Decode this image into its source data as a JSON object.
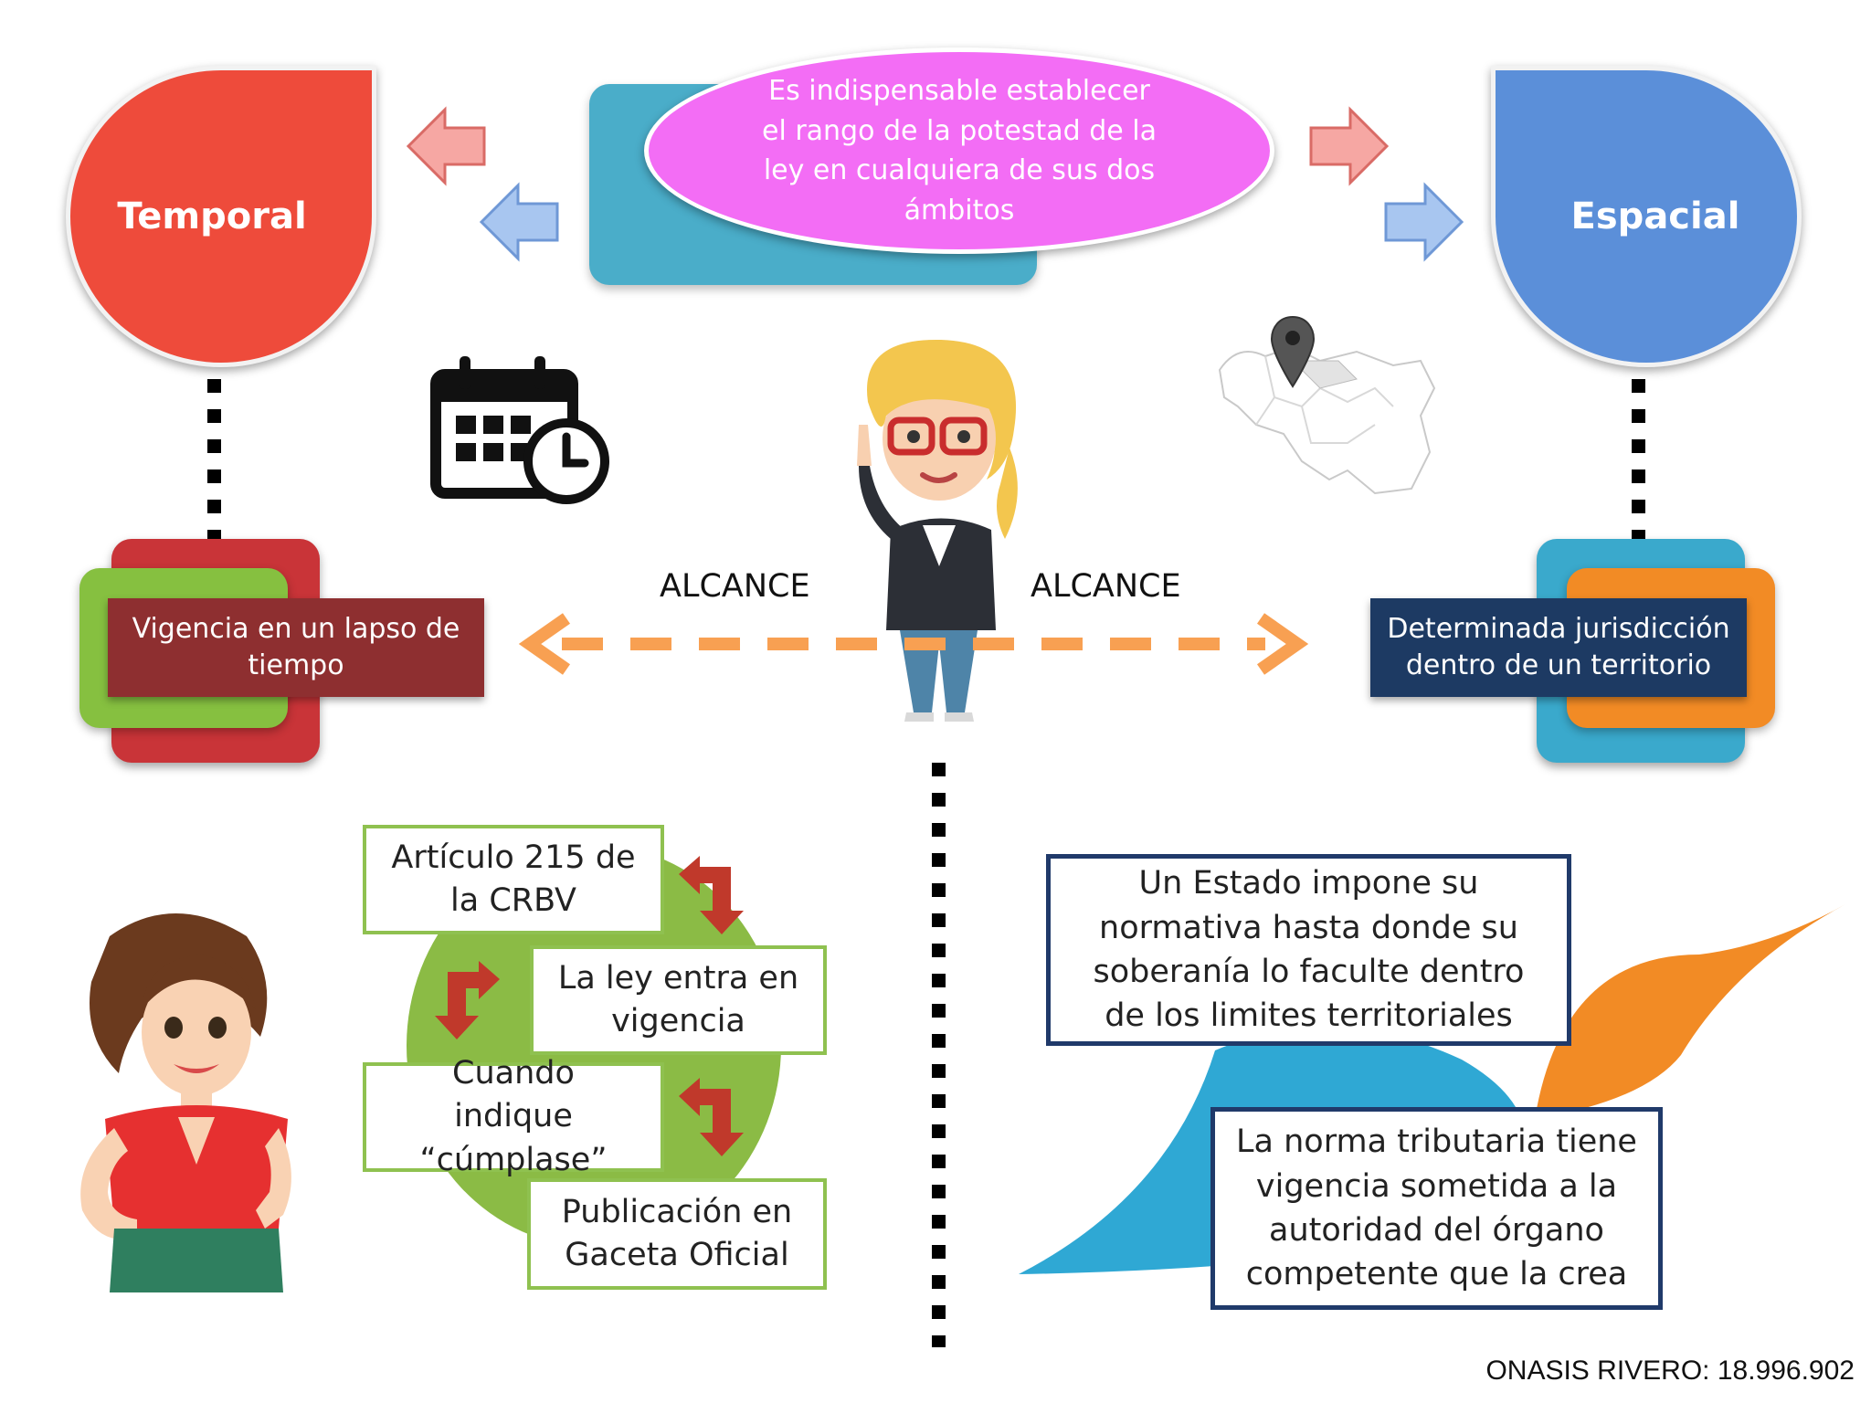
{
  "intro": {
    "text": "Es indispensable establecer el rango de la potestad de la ley en cualquiera de sus dos ámbitos"
  },
  "temporal": {
    "title": "Temporal",
    "description": "Vigencia en un lapso de tiempo",
    "alcance_label": "ALCANCE",
    "steps": [
      "Artículo 215 de la CRBV",
      "La ley entra en vigencia",
      "Cuando indique “cúmplase”",
      "Publicación en Gaceta Oficial"
    ]
  },
  "espacial": {
    "title": "Espacial",
    "description": "Determinada jurisdicción dentro de un territorio",
    "alcance_label": "ALCANCE",
    "notes": [
      "Un Estado  impone su normativa hasta donde su soberanía lo faculte dentro de los limites territoriales",
      "La norma tributaria tiene vigencia sometida a la autoridad del órgano competente que la crea"
    ]
  },
  "icons": [
    "calendar-clock-icon",
    "map-pin-icon",
    "venezuela-map-icon",
    "woman-glasses-illustration",
    "woman-red-shirt-illustration"
  ],
  "colors": {
    "temporal_red": "#ee4b3b",
    "espacial_blue": "#5b8fd9",
    "intro_magenta": "#f36df5",
    "intro_teal": "#4aadc9",
    "dark_red": "#8e2f30",
    "navy": "#1d3a63",
    "alcance_orange": "#f8a052",
    "step_green": "#8fc150"
  },
  "credit": "ONASIS RIVERO: 18.996.902"
}
